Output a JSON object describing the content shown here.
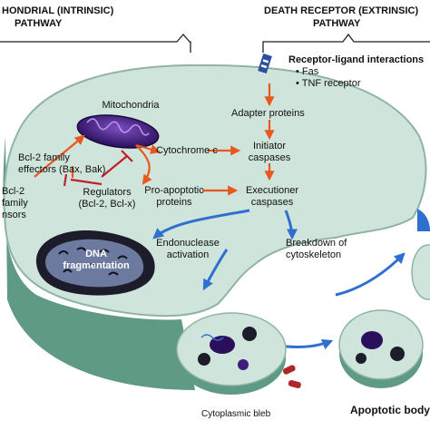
{
  "header": {
    "intrinsic_title_line1": "HONDRIAL (INTRINSIC)",
    "intrinsic_title_line2": "PATHWAY",
    "extrinsic_title_line1": "DEATH RECEPTOR (EXTRINSIC)",
    "extrinsic_title_line2": "PATHWAY"
  },
  "receptor": {
    "title": "Receptor-ligand interactions",
    "items": [
      "Fas",
      "TNF receptor"
    ]
  },
  "nodes": {
    "mitochondria": "Mitochondria",
    "cytochrome_c": "Cytochrome c",
    "adapter_proteins": "Adapter proteins",
    "initiator_caspases": [
      "Initiator",
      "caspases"
    ],
    "executioner_caspases": [
      "Executioner",
      "caspases"
    ],
    "pro_apoptotic": [
      "Pro-apoptotic",
      "proteins"
    ],
    "regulators": [
      "Regulators",
      "(Bcl-2, Bcl-x)"
    ],
    "effectors": [
      "Bcl-2 family",
      "effectors (Bax, Bak)"
    ],
    "sensors": [
      "Bcl-2",
      "family",
      "nsors"
    ],
    "endonuclease": [
      "Endonuclease",
      "activation"
    ],
    "cytoskeleton": [
      "Breakdown of",
      "cytoskeleton"
    ],
    "dna": [
      "DNA",
      "fragmentation"
    ]
  },
  "footer": {
    "bleb_label": "Cytoplasmic bleb",
    "apoptotic_label": "Apoptotic body"
  },
  "colors": {
    "cell_fill": "#cfe4da",
    "cell_edge": "#9cbfb0",
    "cell_side": "#5f9a84",
    "arrow_orange": "#e8571c",
    "arrow_blue": "#2f6fd0",
    "inhibit_red": "#c0202a",
    "mito_purple": "#3e1e7a",
    "nucleus_dark": "#1c1c2a"
  }
}
